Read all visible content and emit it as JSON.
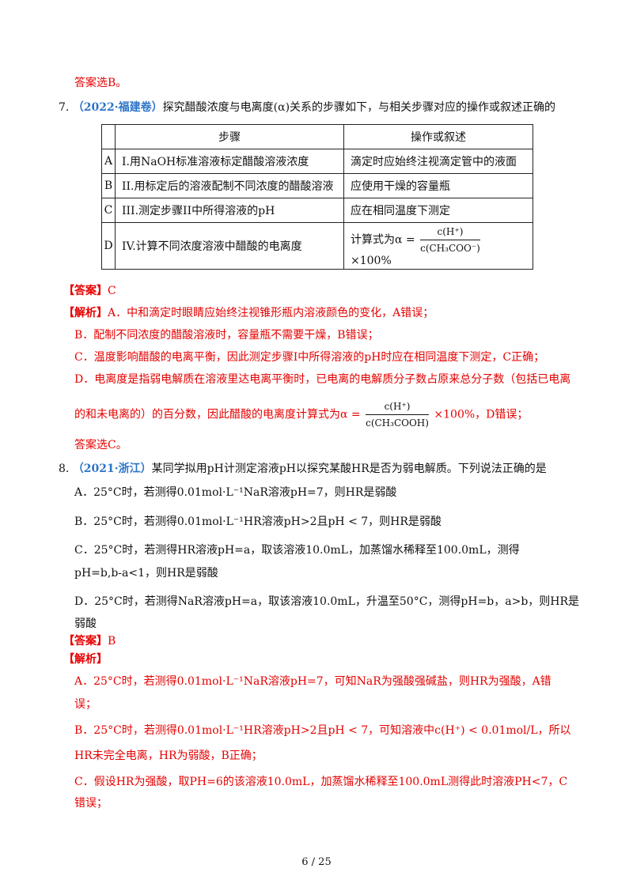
{
  "pre_answer": "答案选B。",
  "q7": {
    "number": "7.",
    "source": "（2022·福建卷）",
    "stem_a": "探究醋酸浓度与电离度",
    "alpha_symbol": "(α)",
    "stem_b": "关系的步骤如下，与相关步骤对应的操作或叙述正确的",
    "table": {
      "header_step": "步骤",
      "header_op": "操作或叙述",
      "rows": [
        {
          "key": "A",
          "step": "I.用NaOH标准溶液标定醋酸溶液浓度",
          "op": "滴定时应始终注视滴定管中的液面"
        },
        {
          "key": "B",
          "step": "II.用标定后的溶液配制不同浓度的醋酸溶液",
          "op": "应使用干燥的容量瓶"
        },
        {
          "key": "C",
          "step": "III.测定步骤II中所得溶液的pH",
          "op": "应在相同温度下测定"
        },
        {
          "key": "D",
          "step": "IV.计算不同浓度溶液中醋酸的电离度",
          "op_prefix": "计算式为α =",
          "num": "c(H⁺)",
          "den": "c(CH₃COO⁻)",
          "op_suffix": "×100%"
        }
      ]
    },
    "answer_tag": "【答案】",
    "answer": "C",
    "analysis_tag": "【解析】",
    "analysis": [
      "A．中和滴定时眼睛应始终注视锥形瓶内溶液颜色的变化，A错误；",
      "B．配制不同浓度的醋酸溶液时，容量瓶不需要干燥，B错误；",
      "C．温度影响醋酸的电离平衡，因此测定步骤I中所得溶液的pH时应在相同温度下测定，C正确；",
      "D．电离度是指弱电解质在溶液里达电离平衡时，已电离的电解质分子数占原来总分子数（包括已电离"
    ],
    "analysis_d2_prefix": "的和未电离的）的百分数，因此醋酸的电离度计算式为α =",
    "analysis_d2_num": "c(H⁺)",
    "analysis_d2_den": "c(CH₃COOH)",
    "analysis_d2_suffix": "×100%，D错误；",
    "final": "答案选C。"
  },
  "q8": {
    "number": "8.",
    "source": "（2021·浙江）",
    "stem": "某同学拟用pH计测定溶液pH以探究某酸HR是否为弱电解质。下列说法正确的是",
    "options": [
      "A．25°C时，若测得0.01mol·L⁻¹NaR溶液pH=7，则HR是弱酸",
      "B．25°C时，若测得0.01mol·L⁻¹HR溶液pH>2且pH < 7，则HR是弱酸",
      "C．25°C时，若测得HR溶液pH=a，取该溶液10.0mL，加蒸馏水稀释至100.0mL，测得",
      "pH=b,b-a<1，则HR是弱酸",
      "D．25°C时，若测得NaR溶液pH=a，取该溶液10.0mL，升温至50°C，测得pH=b，a>b，则HR是",
      "弱酸"
    ],
    "answer_tag": "【答案】",
    "answer": "B",
    "analysis_tag": "【解析】",
    "analysis": [
      "A．25°C时，若测得0.01mol·L⁻¹NaR溶液pH=7，可知NaR为强酸强碱盐，则HR为强酸，A错",
      "误；",
      "B．25°C时，若测得0.01mol·L⁻¹HR溶液pH>2且pH < 7，可知溶液中c(H⁺) < 0.01mol/L，所以",
      "HR未完全电离，HR为弱酸，B正确；",
      "C．假设HR为强酸，取PH=6的该溶液10.0mL，加蒸馏水稀释至100.0mL测得此时溶液PH<7，C",
      "错误；"
    ]
  },
  "page_number": "6 / 25"
}
